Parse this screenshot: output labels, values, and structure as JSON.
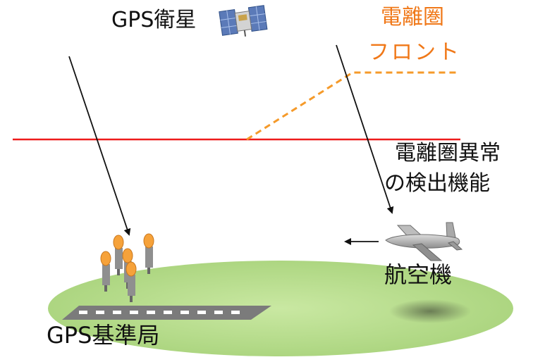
{
  "labels": {
    "gps_satellite": "GPS衛星",
    "ionosphere_front_line1": "電離圏",
    "ionosphere_front_line2": "フロント",
    "anomaly_detection_line1": "電離圏異常",
    "anomaly_detection_line2": "の検出機能",
    "aircraft": "航空機",
    "gps_reference_station": "GPS基準局"
  },
  "colors": {
    "front_text": "#f07818",
    "front_dashed_line": "#f59a2a",
    "ionosphere_line": "#ee1c1c",
    "ground": "#b6dd8a",
    "signal_line": "#111111",
    "runway": "#7b7b7b",
    "antenna_bulb": "#f6a23a",
    "antenna_post": "#8f8f8f"
  },
  "icons": [
    "satellite-icon",
    "airplane-icon",
    "antenna-icon"
  ]
}
